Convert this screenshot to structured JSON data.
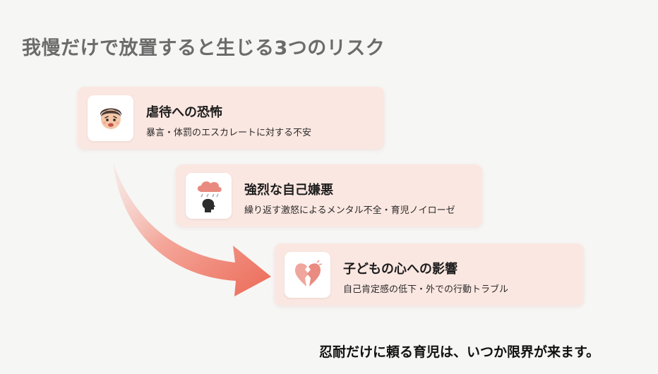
{
  "slide": {
    "title": "我慢だけで放置すると生じる3つのリスク",
    "footer": "忍耐だけに頼る育児は、いつか限界が来ます。"
  },
  "risks": [
    {
      "title": "虐待への恐怖",
      "desc": "暴言・体罰のエスカレートに対する不安",
      "icon": "worried-face-icon"
    },
    {
      "title": "強烈な自己嫌悪",
      "desc": "繰り返す激怒によるメンタル不全・育児ノイローゼ",
      "icon": "storm-cloud-head-icon"
    },
    {
      "title": "子どもの心への影響",
      "desc": "自己肯定感の低下・外での行動トラブル",
      "icon": "broken-heart-icon"
    }
  ],
  "colors": {
    "card_bg": "#fbe7e1",
    "arrow": "#ee7766",
    "title_text": "#6b6b6b"
  }
}
